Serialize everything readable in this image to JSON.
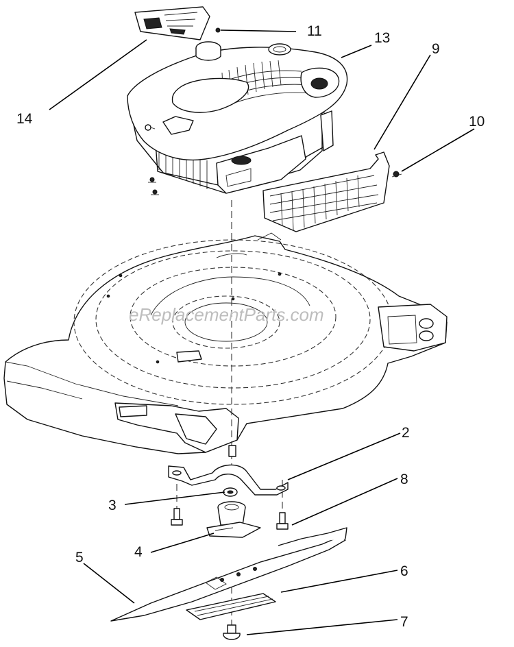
{
  "watermark": "eReplacementParts.com",
  "callouts": [
    {
      "id": "c14",
      "number": "14"
    },
    {
      "id": "c11",
      "number": "11"
    },
    {
      "id": "c13",
      "number": "13"
    },
    {
      "id": "c9",
      "number": "9"
    },
    {
      "id": "c10",
      "number": "10"
    },
    {
      "id": "c2",
      "number": "2"
    },
    {
      "id": "c8",
      "number": "8"
    },
    {
      "id": "c3",
      "number": "3"
    },
    {
      "id": "c4",
      "number": "4"
    },
    {
      "id": "c5",
      "number": "5"
    },
    {
      "id": "c6",
      "number": "6"
    },
    {
      "id": "c7",
      "number": "7"
    }
  ]
}
